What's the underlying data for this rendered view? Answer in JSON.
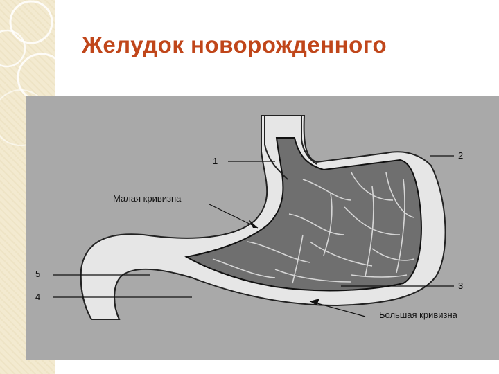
{
  "slide": {
    "title": "Желудок новорожденного"
  },
  "diagram": {
    "labels": {
      "n1": "1",
      "n2": "2",
      "n3": "3",
      "n4": "4",
      "n5": "5",
      "lesser_curvature": "Малая кривизна",
      "greater_curvature": "Большая кривизна"
    }
  },
  "colors": {
    "title": "#c0461a",
    "figure_background": "#a9a9a9",
    "side_strip": "#f3ead0"
  }
}
